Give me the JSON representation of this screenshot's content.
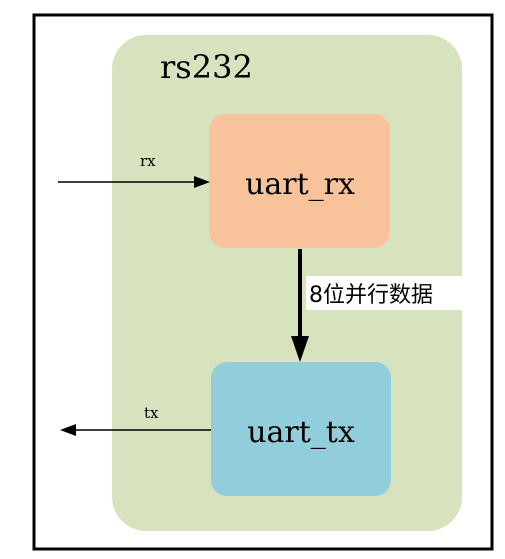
{
  "module": {
    "name": "rs232"
  },
  "blocks": {
    "rx": {
      "label": "uart_rx",
      "color": "#f8c39a"
    },
    "tx": {
      "label": "uart_tx",
      "color": "#92cddb"
    }
  },
  "signals": {
    "input": "rx",
    "output": "tx",
    "internal": "8位并行数据"
  },
  "colors": {
    "module_fill": "#d7e3bf",
    "frame": "#000000",
    "arrow": "#000000"
  }
}
